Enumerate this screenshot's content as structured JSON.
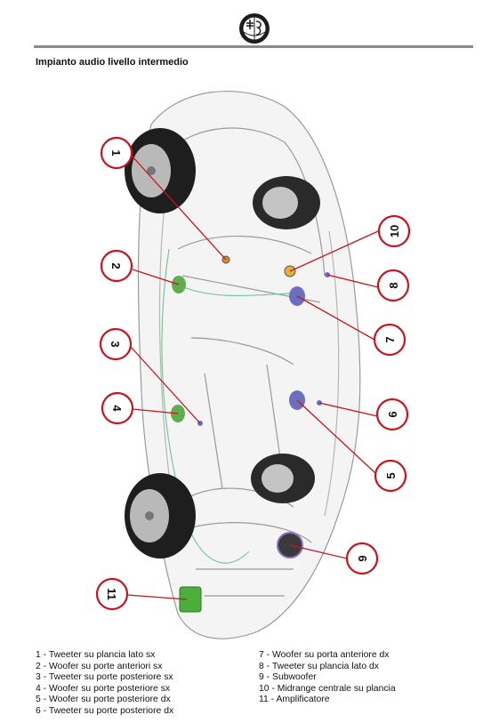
{
  "header": {
    "logo_icon": "alfa-romeo-logo-icon",
    "title": "Impianto audio livello intermedio"
  },
  "colors": {
    "callout_red": "#c8141e",
    "rule_gray": "#8a8a8a",
    "speaker_green": "#5fae4e",
    "speaker_blue": "#6a6fc0",
    "amplifier_green": "#4caf3c"
  },
  "callouts": [
    {
      "num": "1"
    },
    {
      "num": "2"
    },
    {
      "num": "3"
    },
    {
      "num": "4"
    },
    {
      "num": "5"
    },
    {
      "num": "6"
    },
    {
      "num": "7"
    },
    {
      "num": "8"
    },
    {
      "num": "9"
    },
    {
      "num": "10"
    },
    {
      "num": "11"
    }
  ],
  "legend": {
    "left": [
      "1 - Tweeter su plancia lato sx",
      "2 - Woofer su porte anteriori sx",
      "3 - Tweeter su porte posteriore sx",
      "4 - Woofer su porte posteriore sx",
      "5 - Woofer su porte posteriore dx",
      "6 - Tweeter su porte posteriore dx"
    ],
    "right": [
      "7 - Woofer su porta anteriore dx",
      "8 - Tweeter su plancia lato dx",
      "9 - Subwoofer",
      "10 - Midrange centrale su plancia",
      "11 - Amplificatore"
    ]
  }
}
